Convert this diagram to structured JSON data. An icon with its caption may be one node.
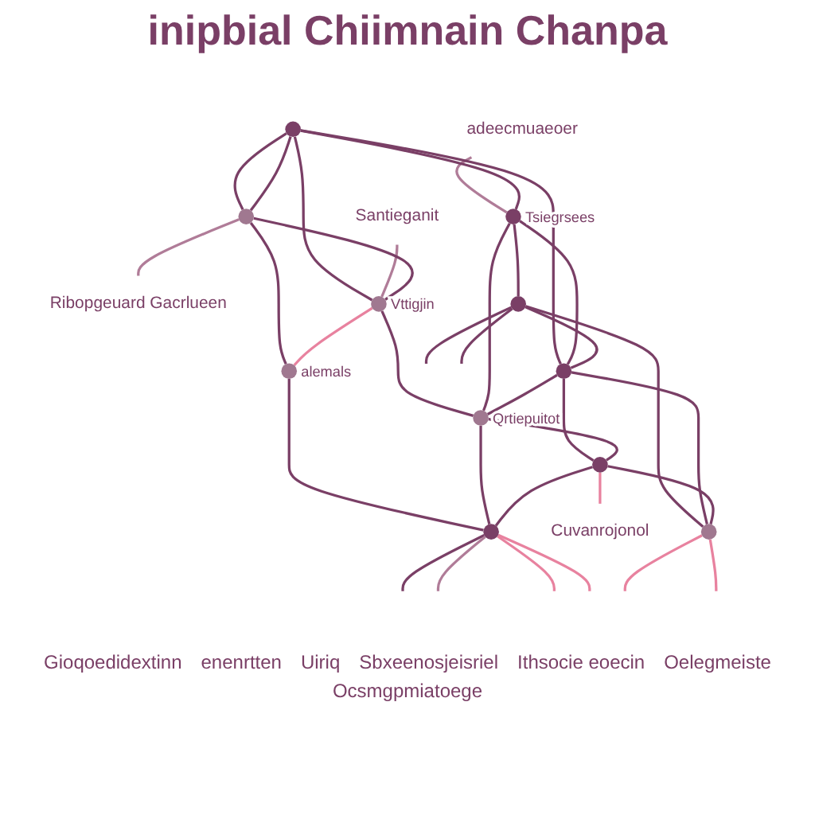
{
  "diagram": {
    "title": "inipbial Chiimnain Chanpa",
    "nodes": [
      {
        "text": [],
        "shape": "circle"
      },
      {
        "text": [],
        "shape": "circle"
      },
      {
        "text": [
          "Ribopgeuard Gacrlueen"
        ]
      },
      {
        "text": [
          "adeecmuaeoer"
        ]
      },
      {
        "text": [],
        "shape": "circle",
        "beside": [
          "Tsiegrsees"
        ]
      },
      {
        "text": [
          "Santieganit"
        ]
      },
      {
        "text": [],
        "shape": "circle",
        "beside": [
          "Vttigjin"
        ]
      },
      {
        "text": [],
        "shape": "circle",
        "beside": [
          "Qrtiepuitot"
        ]
      },
      {
        "text": [],
        "shape": "circle",
        "beside": [
          "alemals"
        ]
      },
      {
        "text": [],
        "shape": "circle"
      },
      {
        "text": [],
        "shape": "circle"
      },
      {
        "text": [],
        "shape": "circle"
      },
      {
        "text": [],
        "shape": "circle"
      },
      {
        "text": [
          "Cuvanrojonol"
        ]
      },
      {
        "text": [],
        "shape": "circle"
      }
    ],
    "edges": [
      {
        "from": 0,
        "to": 1,
        "arrow": "none"
      },
      {
        "from": 0,
        "to": 1,
        "arrow": "none"
      },
      {
        "from": 1,
        "to": 2,
        "arrow": "none",
        "color": "#b07c98"
      },
      {
        "from": 3,
        "to": 4,
        "arrow": "none",
        "color": "#b07c98"
      },
      {
        "from": 0,
        "to": 4,
        "arrow": "none"
      },
      {
        "from": 0,
        "to": 6,
        "arrow": "none"
      },
      {
        "from": 0,
        "to": 10,
        "arrow": "none"
      },
      {
        "from": 5,
        "to": 6,
        "arrow": "none",
        "color": "#b07c98"
      },
      {
        "from": 1,
        "to": 6,
        "arrow": "none"
      },
      {
        "from": 6,
        "to": 7,
        "arrow": "none"
      },
      {
        "from": 1,
        "to": 8,
        "arrow": "none"
      },
      {
        "from": 8,
        "to": 11,
        "arrow": "none"
      },
      {
        "from": 6,
        "to": 8,
        "arrow": "none",
        "color": "#e8829f"
      },
      {
        "from": 4,
        "to": 9,
        "arrow": "none"
      },
      {
        "from": 4,
        "to": 10,
        "arrow": "none"
      },
      {
        "from": 4,
        "to": 7,
        "arrow": "none"
      },
      {
        "from": 9,
        "to": null,
        "arrow": "none"
      },
      {
        "from": 9,
        "to": null,
        "arrow": "none"
      },
      {
        "from": 9,
        "to": 10,
        "arrow": "none"
      },
      {
        "from": 9,
        "to": 14,
        "arrow": "none"
      },
      {
        "from": 10,
        "to": 7,
        "arrow": "none"
      },
      {
        "from": 10,
        "to": 12,
        "arrow": "none"
      },
      {
        "from": 10,
        "to": 14,
        "arrow": "none"
      },
      {
        "from": 7,
        "to": 12,
        "arrow": "none"
      },
      {
        "from": 7,
        "to": 11,
        "arrow": "none"
      },
      {
        "from": 12,
        "to": 11,
        "arrow": "none"
      },
      {
        "from": 12,
        "to": 14,
        "arrow": "none"
      },
      {
        "from": 11,
        "to": null,
        "arrow": "none"
      },
      {
        "from": 11,
        "to": null,
        "arrow": "none",
        "color": "#b07c98"
      },
      {
        "from": 11,
        "to": null,
        "arrow": "none",
        "color": "#e8829f"
      },
      {
        "from": 11,
        "to": null,
        "arrow": "none",
        "color": "#e8829f"
      },
      {
        "from": 12,
        "to": 13,
        "arrow": "none",
        "color": "#e8829f"
      },
      {
        "from": 14,
        "to": null,
        "arrow": "none",
        "color": "#e8829f"
      },
      {
        "from": 14,
        "to": null,
        "arrow": "none",
        "color": "#e8829f"
      }
    ],
    "labels": [
      "Gioqoedidextinn",
      "enenrtten",
      "Uiriq",
      "Sbxeenosjeisriel",
      "Ithsocie eoecin",
      "Oelegmeiste",
      "Ocsmgpmiatoege"
    ]
  }
}
